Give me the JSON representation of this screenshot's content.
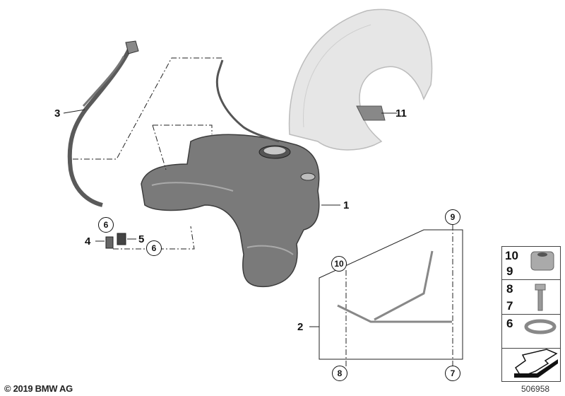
{
  "callouts": {
    "c1": "1",
    "c2": "2",
    "c3": "3",
    "c4": "4",
    "c5": "5",
    "c11": "11",
    "circ6a": "6",
    "circ6b": "6",
    "circ10": "10",
    "circ9": "9",
    "circ8": "8",
    "circ7": "7"
  },
  "legend": {
    "row1_top": "10",
    "row1_bottom": "9",
    "row2_top": "8",
    "row2_bottom": "7",
    "row3": "6"
  },
  "footer": {
    "copyright": "© 2019 BMW AG",
    "diagram_number": "506958"
  },
  "colors": {
    "tank": "#6e6e6e",
    "liner": "#e4e4e4",
    "line": "#111111"
  }
}
